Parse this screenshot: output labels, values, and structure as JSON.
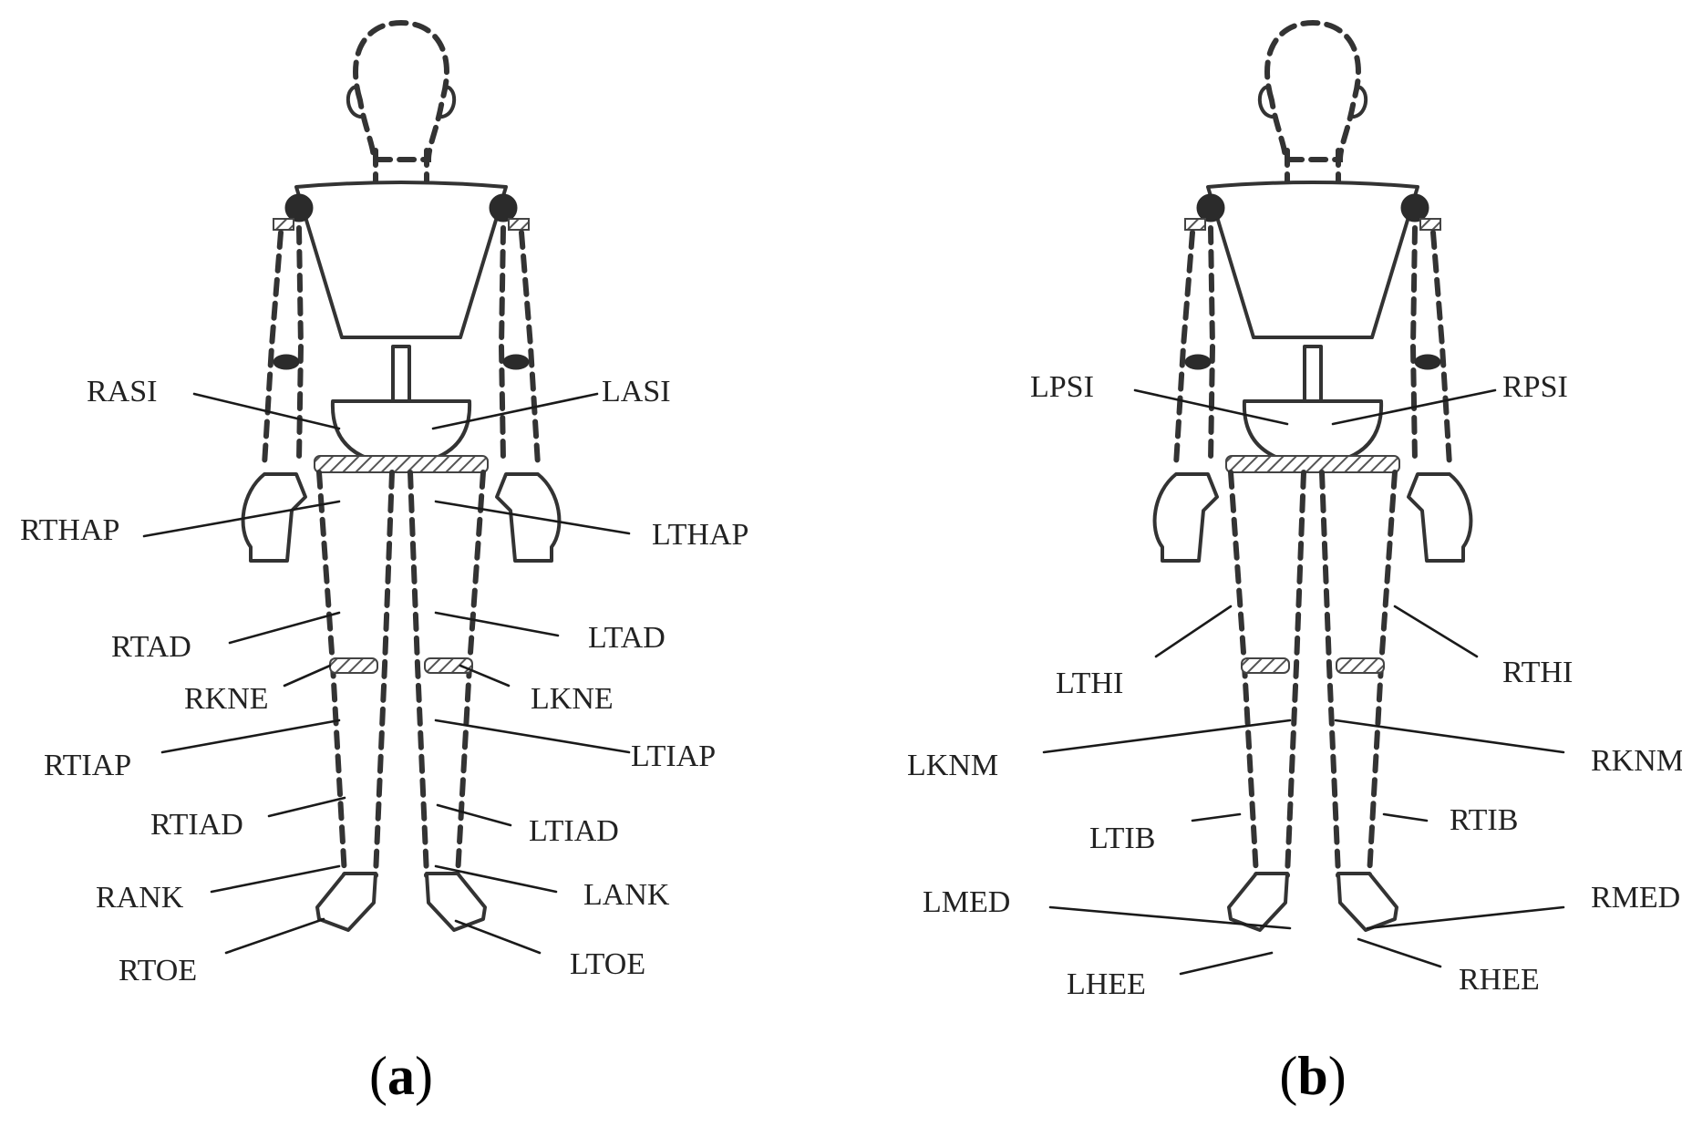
{
  "panels": [
    {
      "id": "a",
      "caption": {
        "open": "(",
        "letter": "a",
        "close": ")"
      },
      "markers": [
        "RASI",
        "LASI",
        "RTHAP",
        "LTHAP",
        "RTAD",
        "LTAD",
        "RKNE",
        "LKNE",
        "RTIAP",
        "LTIAP",
        "RTIAD",
        "LTIAD",
        "RANK",
        "LANK",
        "RTOE",
        "LTOE"
      ]
    },
    {
      "id": "b",
      "caption": {
        "open": "(",
        "letter": "b",
        "close": ")"
      },
      "markers": [
        "LPSI",
        "RPSI",
        "LTHI",
        "RTHI",
        "LKNM",
        "RKNM",
        "LTIB",
        "RTIB",
        "LMED",
        "RMED",
        "LHEE",
        "RHEE"
      ]
    }
  ],
  "colors": {
    "ink": "#333333",
    "text": "#222222",
    "background": "#ffffff"
  }
}
